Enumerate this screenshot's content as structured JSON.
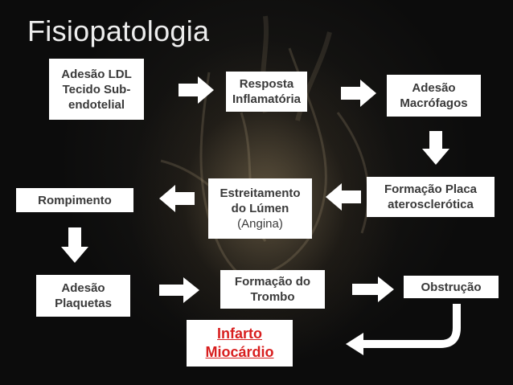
{
  "title": "Fisiopatologia",
  "nodes": {
    "adesao_ldl": {
      "lines": [
        "Adesão LDL",
        "Tecido Sub-",
        "endotelial"
      ]
    },
    "resposta_inflamatoria": {
      "lines": [
        "Resposta",
        "Inflamatória"
      ]
    },
    "adesao_macrofagos": {
      "lines": [
        "Adesão",
        "Macrófagos"
      ]
    },
    "formacao_placa": {
      "lines": [
        "Formação Placa",
        "aterosclerótica"
      ]
    },
    "estreitamento": {
      "lines": [
        "Estreitamento",
        "do Lúmen"
      ],
      "note": "(Angina)"
    },
    "rompimento": {
      "lines": [
        "Rompimento"
      ]
    },
    "adesao_plaquetas": {
      "lines": [
        "Adesão",
        "Plaquetas"
      ]
    },
    "formacao_trombo": {
      "lines": [
        "Formação do",
        "Trombo"
      ]
    },
    "obstrucao": {
      "lines": [
        "Obstrução"
      ]
    },
    "infarto": {
      "lines": [
        "Infarto",
        "Miocárdio"
      ]
    }
  },
  "colors": {
    "background": "#0c0c0c",
    "box_fill": "#ffffff",
    "box_text": "#3a3a3a",
    "highlight_text": "#d81e1e",
    "arrow": "#ffffff"
  }
}
